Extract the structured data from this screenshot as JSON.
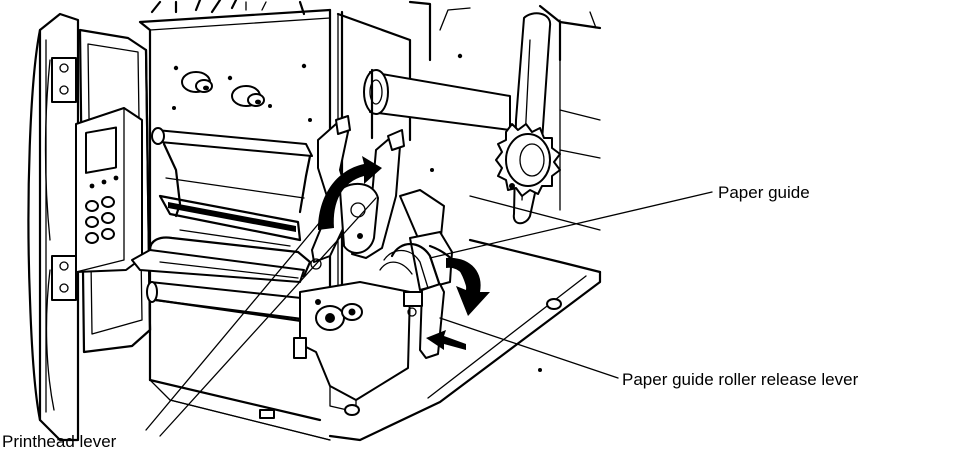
{
  "figure": {
    "callouts": {
      "paper_guide": "Paper guide",
      "paper_guide_roller_release_lever": "Paper guide roller release lever",
      "printhead_lever": "Printhead lever"
    },
    "ink_color": "#000000",
    "background_color": "#ffffff"
  }
}
